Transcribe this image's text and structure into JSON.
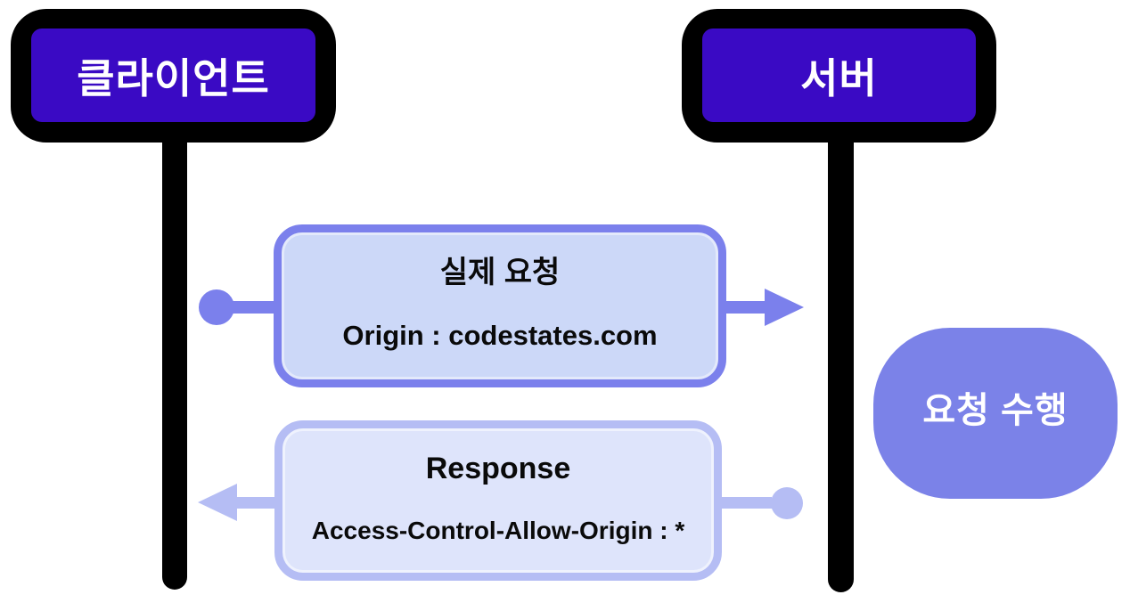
{
  "actors": {
    "client": {
      "label": "클라이언트"
    },
    "server": {
      "label": "서버"
    }
  },
  "messages": {
    "request": {
      "title": "실제 요청",
      "detail": "Origin : codestates.com",
      "direction": "client-to-server"
    },
    "response": {
      "title": "Response",
      "detail": "Access-Control-Allow-Origin : *",
      "direction": "server-to-client"
    }
  },
  "server_action": {
    "label": "요청 수행"
  },
  "colors": {
    "frame": "#000000",
    "sign_fill": "#3a0ac4",
    "request_accent": "#7b80ec",
    "request_fill": "#ccd8f8",
    "response_accent": "#b5bdf4",
    "response_fill": "#dee4fb",
    "bubble_fill": "#7b82e8",
    "text_on_dark": "#ffffff",
    "text_dark": "#0a0a0a"
  }
}
